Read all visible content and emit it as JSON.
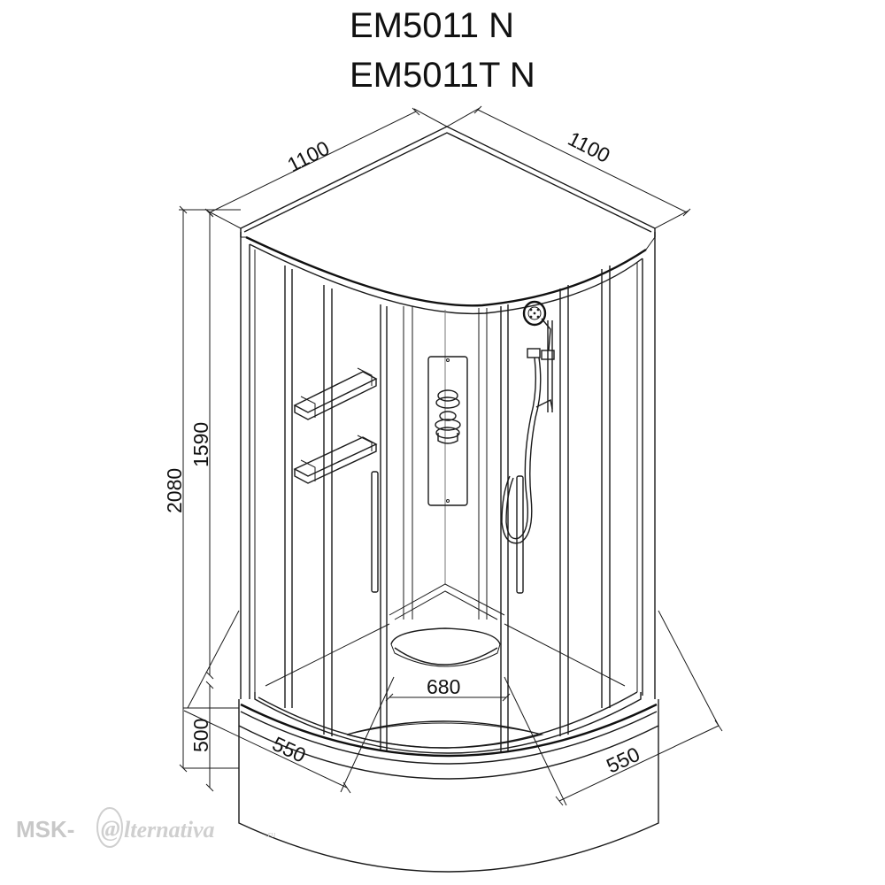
{
  "titles": {
    "line1": "EM5011 N",
    "line2": "EM5011T N"
  },
  "dimensions": {
    "top_left_width": "1100",
    "top_right_width": "1100",
    "total_height": "2080",
    "glass_height": "1590",
    "tray_height": "500",
    "door_opening": "680",
    "tray_left": "550",
    "tray_right": "550"
  },
  "watermark": {
    "prefix": "MSK-",
    "at_symbol": "@",
    "suffix": "lternativa",
    "tld": ".ru"
  },
  "colors": {
    "line": "#1a1a1a",
    "watermark": "#c8c8c8"
  }
}
